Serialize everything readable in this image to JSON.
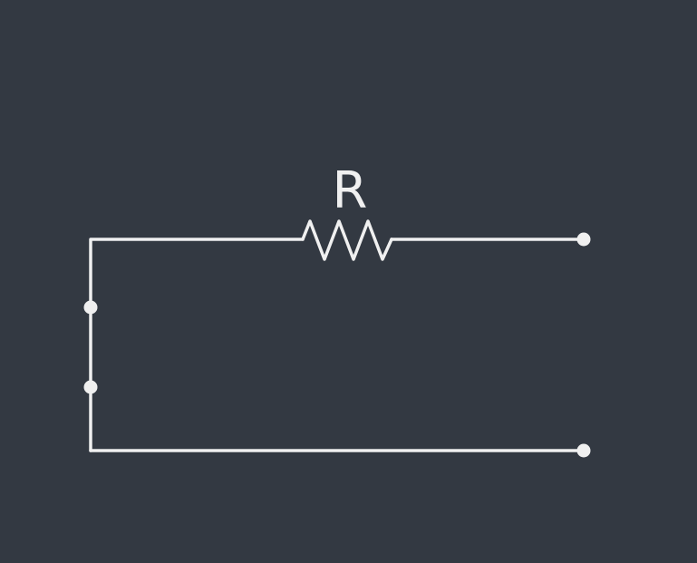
{
  "diagram": {
    "type": "circuit-schematic",
    "components": [
      {
        "kind": "resistor",
        "label": "R"
      }
    ],
    "terminals": [
      "terminal-top-right",
      "terminal-bottom-right",
      "node-left-upper",
      "node-left-lower"
    ]
  },
  "colors": {
    "background": "#333942",
    "wire": "#f0f0f0"
  }
}
